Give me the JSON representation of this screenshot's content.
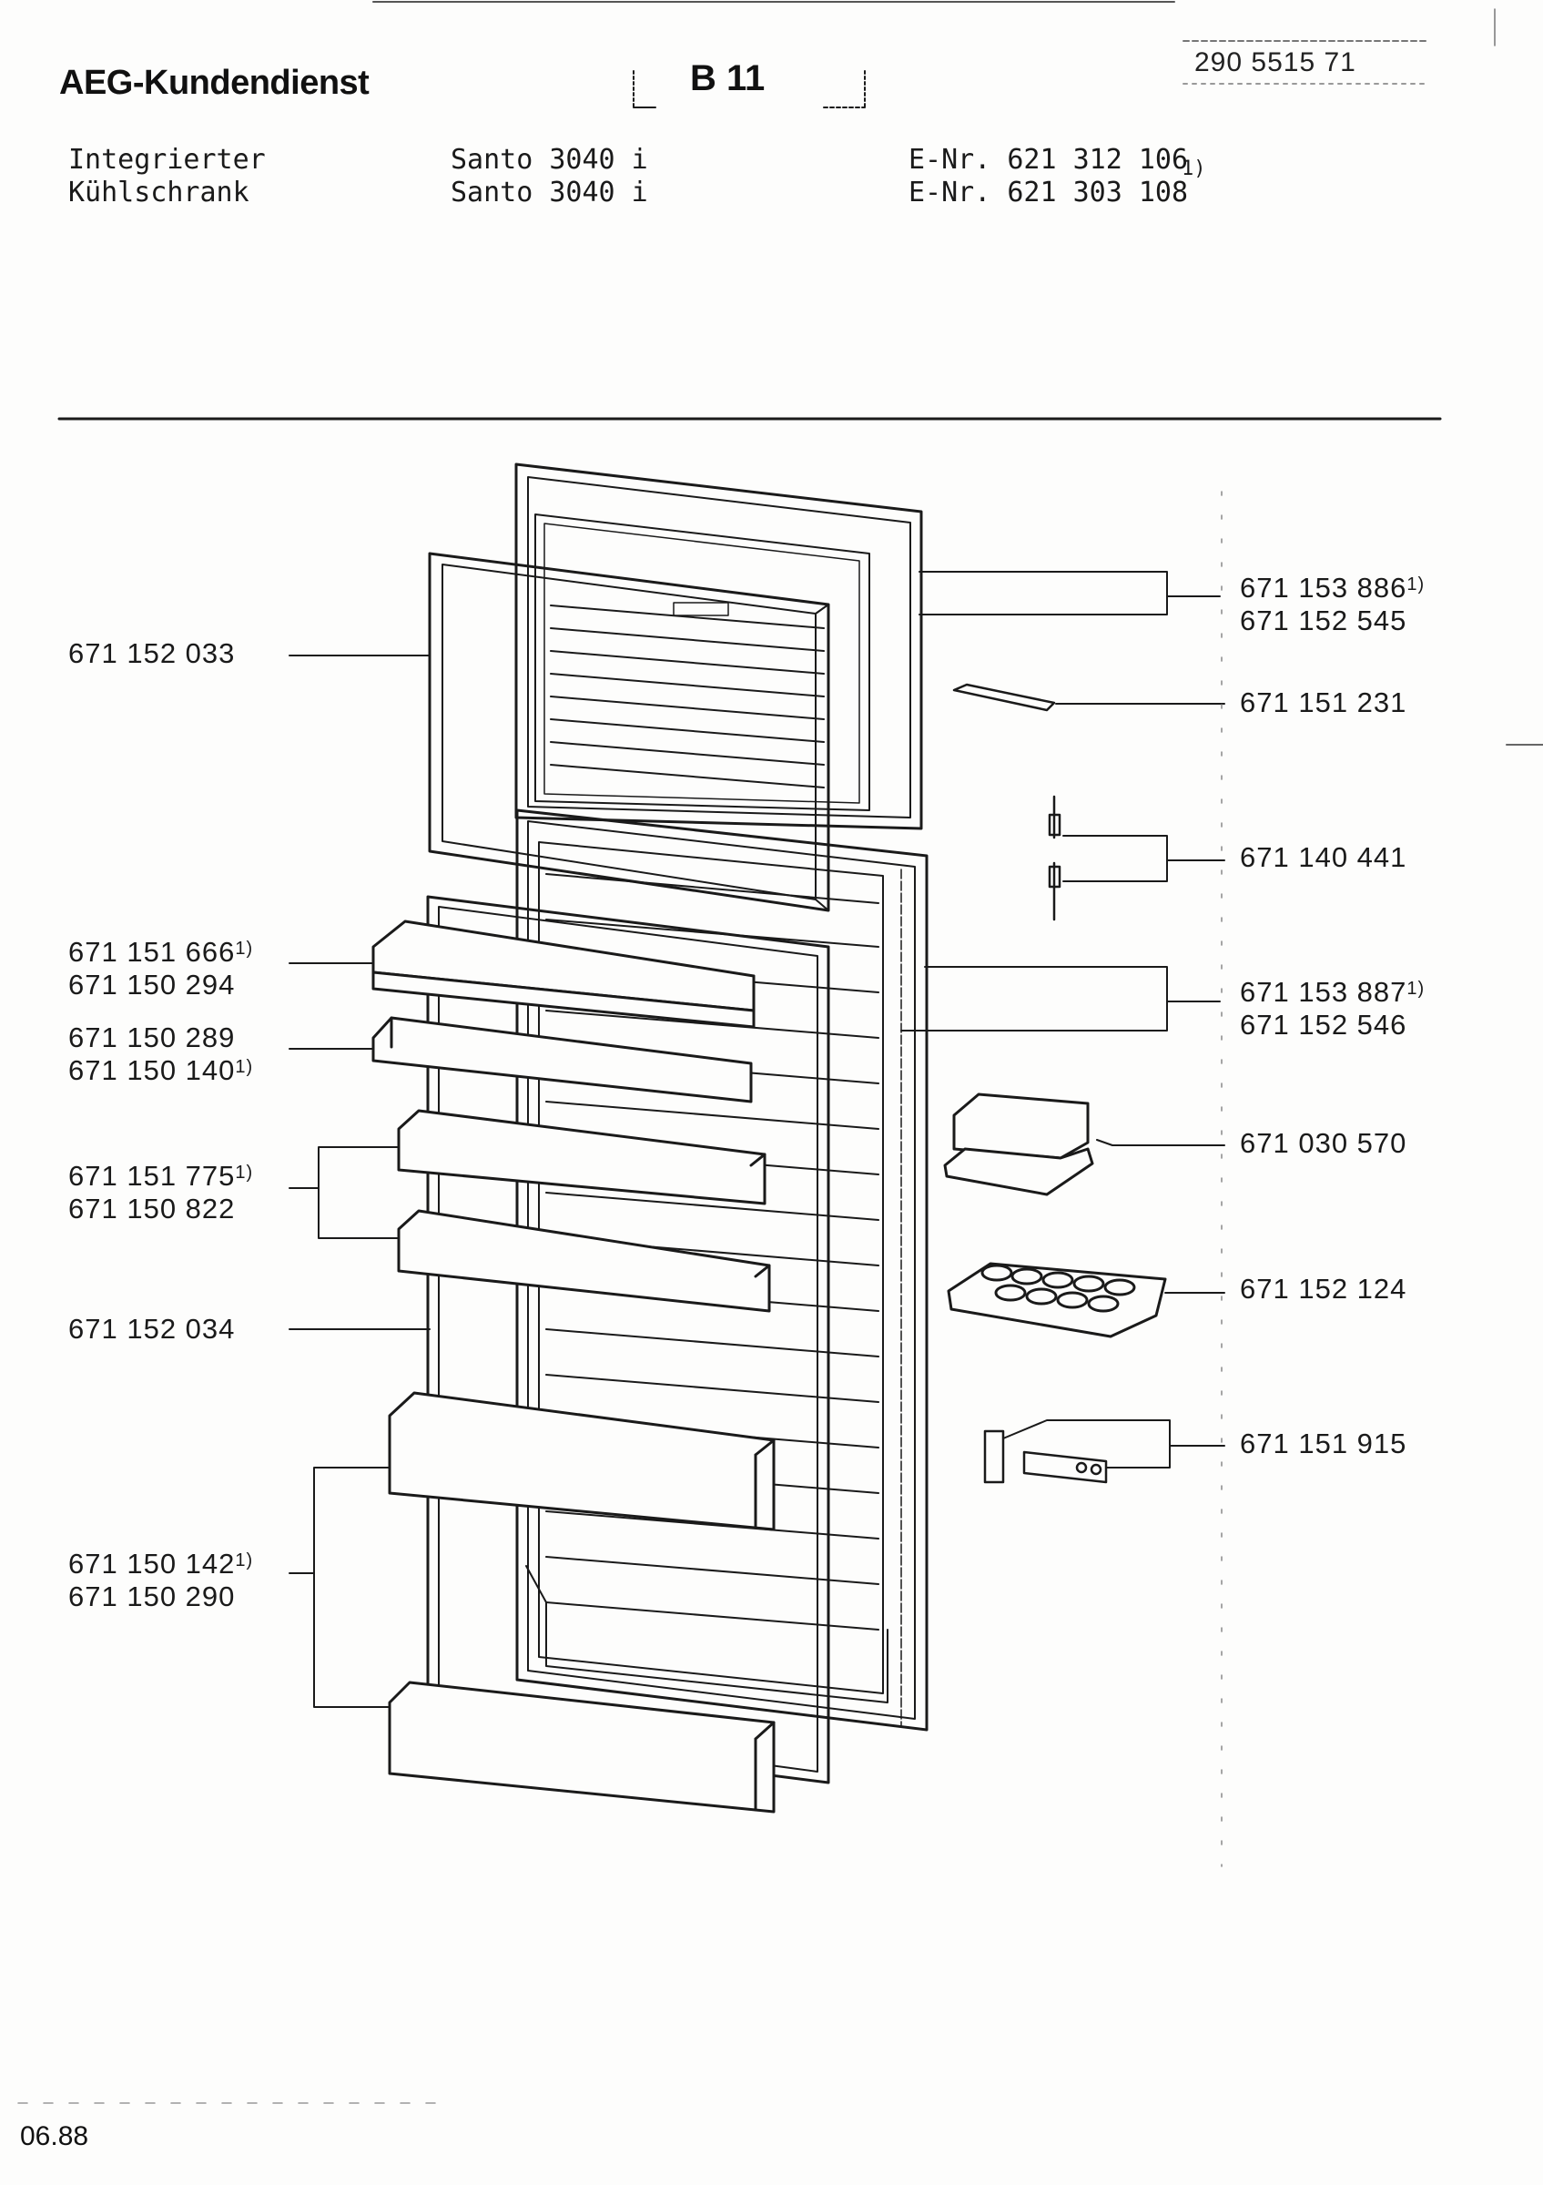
{
  "header": {
    "brand": "AEG-Kundendienst",
    "sheet": "B 11",
    "doc_number": "290 5515 71"
  },
  "appliance": {
    "type_line1": "Integrierter",
    "type_line2": "Kühlschrank",
    "model_line1": "Santo 3040 i",
    "model_line2": "Santo 3040 i",
    "enr_line1": "E-Nr. 621 312 106",
    "enr_line2": "E-Nr. 621 303 108",
    "enr_footnote": "1)"
  },
  "left_parts": [
    {
      "number": "671 152 033",
      "note": ""
    },
    {
      "number": "671 151 666",
      "note": "1)"
    },
    {
      "number": "671 150 294",
      "note": ""
    },
    {
      "number": "671 150 289",
      "note": ""
    },
    {
      "number": "671 150 140",
      "note": "1)"
    },
    {
      "number": "671 151 775",
      "note": "1)"
    },
    {
      "number": "671 150 822",
      "note": ""
    },
    {
      "number": "671 152 034",
      "note": ""
    },
    {
      "number": "671 150 142",
      "note": "1)"
    },
    {
      "number": "671 150 290",
      "note": ""
    }
  ],
  "right_parts": [
    {
      "number": "671 153 886",
      "note": "1)"
    },
    {
      "number": "671 152 545",
      "note": ""
    },
    {
      "number": "671 151 231",
      "note": ""
    },
    {
      "number": "671 140 441",
      "note": ""
    },
    {
      "number": "671 153 887",
      "note": "1)"
    },
    {
      "number": "671 152 546",
      "note": ""
    },
    {
      "number": "671 030 570",
      "note": ""
    },
    {
      "number": "671 152 124",
      "note": ""
    },
    {
      "number": "671 151 915",
      "note": ""
    }
  ],
  "footer": {
    "date": "06.88"
  }
}
